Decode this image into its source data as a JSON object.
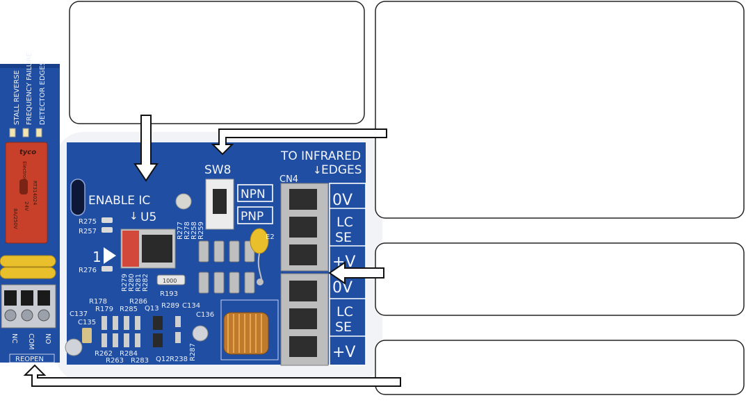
{
  "board": {
    "block_title_line1": "TO INFRARED",
    "block_title_line2": "EDGES",
    "switch_label": "SW8",
    "switch_options": [
      "NPN",
      "PNP"
    ],
    "connector_label": "CN4",
    "enable_label": "ENABLE IC",
    "chip_label": "U5",
    "pin_one_label": "1",
    "terminal_labels": [
      "0V",
      "LC",
      "SE",
      "+V",
      "0V",
      "LC",
      "SE",
      "+V"
    ],
    "resistor_labels": [
      "R275",
      "R257",
      "R276",
      "R277",
      "R278",
      "R258",
      "R259",
      "R279",
      "R280",
      "R281",
      "R282",
      "R193",
      "R178",
      "R286",
      "R179",
      "R285",
      "Q13",
      "R289",
      "C134",
      "C137",
      "C135",
      "C136",
      "R262",
      "R284",
      "R263",
      "R283",
      "Q12",
      "R238",
      "R287",
      "E2",
      "1000"
    ],
    "led_labels": [
      "STALL REVERSE",
      "FREQUENCY FAILURE",
      "DETECTOR EDGES"
    ],
    "relay_text": [
      "tyco",
      "Electronics",
      "RT314024",
      "24V",
      "8A/250V"
    ],
    "relay_terminal_labels": [
      "NC",
      "COM",
      "NO"
    ],
    "relay_footer": "REOPEN"
  },
  "callouts": {
    "enable_ic": "",
    "switch": "",
    "edges": "",
    "reopen": ""
  },
  "colors": {
    "pcb_blue": "#1f4ea3",
    "pcb_dark": "#173f8a",
    "connector_gray": "#bdbdbd",
    "relay_red": "#c9402a",
    "cap_yellow": "#e9c02b"
  }
}
